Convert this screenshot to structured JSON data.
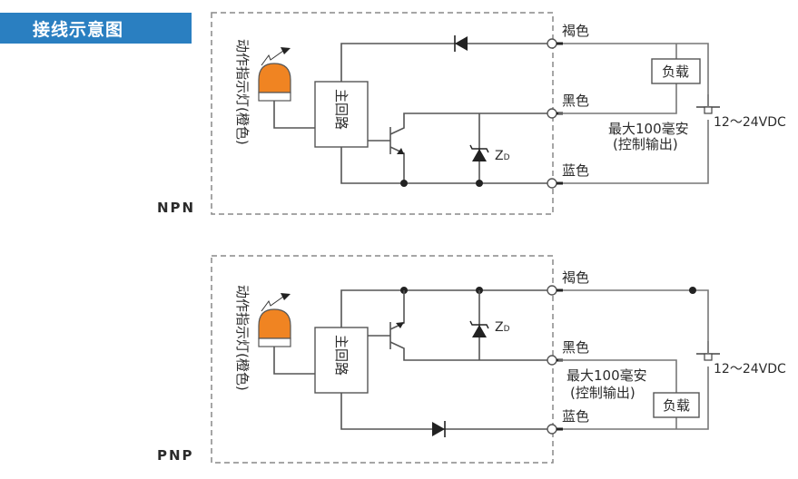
{
  "header": {
    "title": "接线示意图"
  },
  "colors": {
    "header_bg": "#2a7fc1",
    "indicator_lamp": "#f08422",
    "line": "#555555"
  },
  "diagrams": [
    {
      "id": "npn",
      "label": "NPN",
      "indicator_label": "动作指示灯(橙色)",
      "main_circuit_label": "主回路",
      "zener_label": "Z",
      "zener_sub": "D",
      "terminals": {
        "brown": "褐色",
        "black": "黑色",
        "blue": "蓝色"
      },
      "load_label": "负载",
      "max_current_line1": "最大100毫安",
      "max_current_line2": "(控制输出)",
      "supply_voltage": "12～24VDC"
    },
    {
      "id": "pnp",
      "label": "PNP",
      "indicator_label": "动作指示灯(橙色)",
      "main_circuit_label": "主回路",
      "zener_label": "Z",
      "zener_sub": "D",
      "terminals": {
        "brown": "褐色",
        "black": "黑色",
        "blue": "蓝色"
      },
      "load_label": "负载",
      "max_current_line1": "最大100毫安",
      "max_current_line2": "(控制输出)",
      "supply_voltage": "12～24VDC"
    }
  ]
}
